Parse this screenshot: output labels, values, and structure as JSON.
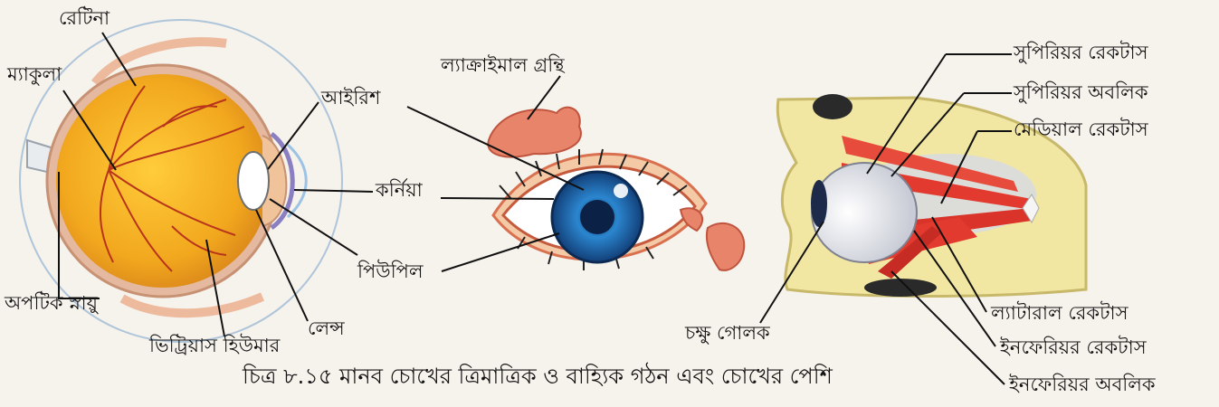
{
  "figure": {
    "caption": "চিত্র ৮.১৫ মানব চোখের ত্রিমাত্রিক ও বাহ্যিক গঠন এবং চোখের পেশি",
    "left_panel": {
      "retina": "রেটিনা",
      "macula": "ম্যাকুলা",
      "optic_nerve": "অপটিক স্নায়ু",
      "vitreous_humour": "ভিট্রিয়াস হিউমার",
      "lens": "লেন্স",
      "iris": "আইরিশ",
      "cornea": "কর্নিয়া",
      "pupil": "পিউপিল"
    },
    "middle_panel": {
      "lacrimal_gland": "ল্যাক্রাইমাল গ্রন্থি"
    },
    "right_panel": {
      "superior_rectus": "সুপিরিয়র রেকটাস",
      "superior_oblique": "সুপিরিয়র অবলিক",
      "medial_rectus": "মেডিয়াল রেকটাস",
      "lateral_rectus": "ল্যাটারাল রেকটাস",
      "inferior_rectus": "ইনফেরিয়র রেকটাস",
      "inferior_oblique": "ইনফেরিয়র অবলিক",
      "eyeball": "চক্ষু গোলক"
    }
  },
  "colors": {
    "eyeball_fill": "#f2a81e",
    "muscle_red": "#e23a2e",
    "iris_blue": "#1f6fb8",
    "skull_yellow": "#f1e7a3"
  }
}
